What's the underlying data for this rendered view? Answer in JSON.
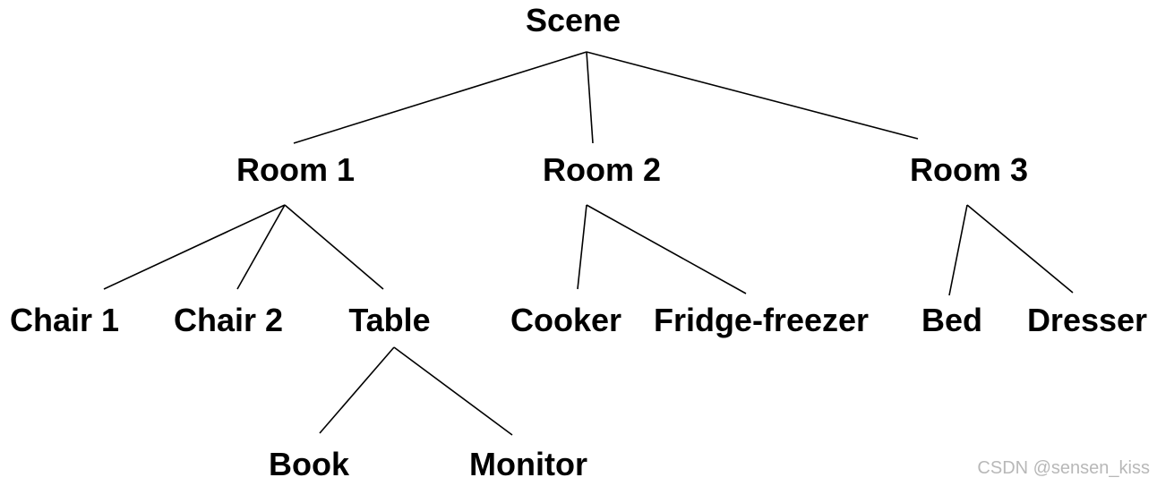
{
  "diagram": {
    "type": "tree",
    "nodes": [
      {
        "id": "scene",
        "label": "Scene"
      },
      {
        "id": "room1",
        "label": "Room 1"
      },
      {
        "id": "room2",
        "label": "Room 2"
      },
      {
        "id": "room3",
        "label": "Room 3"
      },
      {
        "id": "chair1",
        "label": "Chair 1"
      },
      {
        "id": "chair2",
        "label": "Chair 2"
      },
      {
        "id": "table",
        "label": "Table"
      },
      {
        "id": "cooker",
        "label": "Cooker"
      },
      {
        "id": "fridge",
        "label": "Fridge-freezer"
      },
      {
        "id": "bed",
        "label": "Bed"
      },
      {
        "id": "dresser",
        "label": "Dresser"
      },
      {
        "id": "book",
        "label": "Book"
      },
      {
        "id": "monitor",
        "label": "Monitor"
      }
    ],
    "edges": [
      {
        "from": "scene",
        "to": "room1"
      },
      {
        "from": "scene",
        "to": "room2"
      },
      {
        "from": "scene",
        "to": "room3"
      },
      {
        "from": "room1",
        "to": "chair1"
      },
      {
        "from": "room1",
        "to": "chair2"
      },
      {
        "from": "room1",
        "to": "table"
      },
      {
        "from": "room2",
        "to": "cooker"
      },
      {
        "from": "room2",
        "to": "fridge"
      },
      {
        "from": "room3",
        "to": "bed"
      },
      {
        "from": "room3",
        "to": "dresser"
      },
      {
        "from": "table",
        "to": "book"
      },
      {
        "from": "table",
        "to": "monitor"
      }
    ]
  },
  "watermark": {
    "text": "CSDN @sensen_kiss",
    "color": "#b8b8b8"
  }
}
